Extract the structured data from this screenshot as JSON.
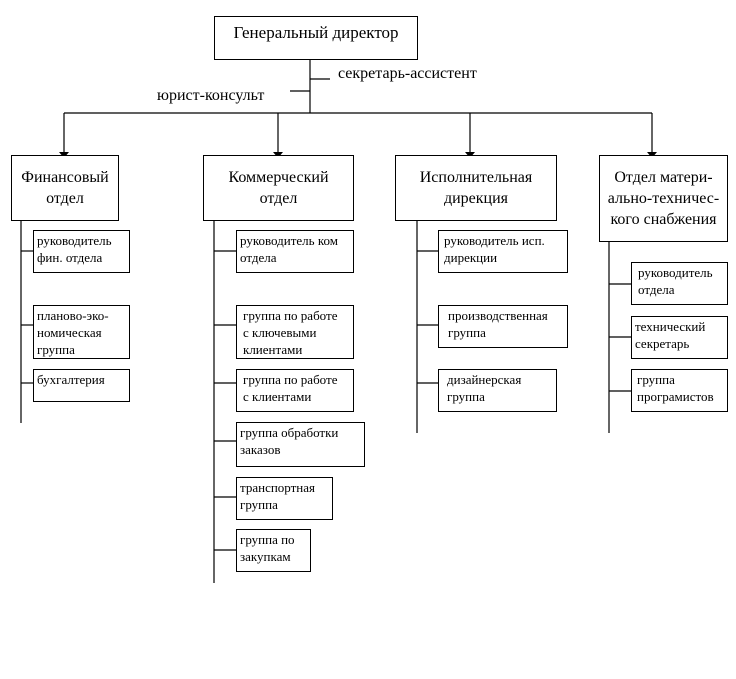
{
  "director": "Генеральный директор",
  "staff": {
    "secretary": "секретарь-ассистент",
    "lawyer": "юрист-консульт"
  },
  "departments": [
    {
      "name": "Финансовый\nотдел",
      "groups": [
        "руководитель\nфин. отдела",
        "планово-эко-\nномическая\nгруппа",
        "бухгалтерия"
      ]
    },
    {
      "name": "Коммерческий\nотдел",
      "groups": [
        "руководитель ком\nотдела",
        "группа по работе\nс ключевыми\nклиентами",
        "группа по работе\nс клиентами",
        "группа обработки\nзаказов",
        "транспортная\nгруппа",
        "группа по\nзакупкам"
      ]
    },
    {
      "name": "Исполнительная\nдирекция",
      "groups": [
        "руководитель исп.\nдирекции",
        "производственная\nгруппа",
        "дизайнерская\nгруппа"
      ]
    },
    {
      "name": "Отдел матери-\nально-техничес-\nкого снабжения",
      "groups": [
        "руководитель\nотдела",
        "технический\nсекретарь",
        "группа\nпрограмистов"
      ]
    }
  ]
}
